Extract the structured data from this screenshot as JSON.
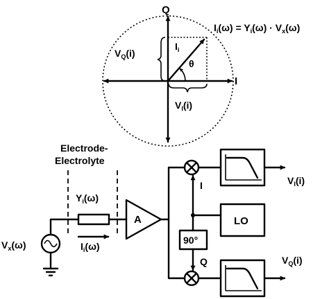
{
  "phasor": {
    "axis_q": "Q",
    "axis_i": "I",
    "equation": {
      "p1": "I",
      "s1": "i",
      "p2": "(ω) = Y",
      "s2": "i",
      "p3": "(ω) · V",
      "s3": "x",
      "p4": "(ω)"
    },
    "vector_label": {
      "main": "I",
      "sub": "i"
    },
    "vq_label": {
      "main": "V",
      "sub": "Q",
      "rest": "(i)"
    },
    "vi_label": {
      "main": "V",
      "sub": "I",
      "rest": "(i)"
    },
    "angle": "θ"
  },
  "circuit": {
    "electrode_title_1": "Electrode-",
    "electrode_title_2": "Electrolyte",
    "source_label": {
      "main": "V",
      "sub": "x",
      "rest": "(ω)"
    },
    "admittance_label": {
      "main": "Y",
      "sub": "i",
      "rest": "(ω)"
    },
    "current_label": {
      "main": "I",
      "sub": "i",
      "rest": "(ω)"
    },
    "amp_label": "A",
    "lo_label": "LO",
    "phase_shift_label": "90°",
    "i_path_label": "I",
    "q_path_label": "Q",
    "out_i_label": {
      "main": "V",
      "sub": "I",
      "rest": "(i)"
    },
    "out_q_label": {
      "main": "V",
      "sub": "Q",
      "rest": "(i)"
    }
  }
}
